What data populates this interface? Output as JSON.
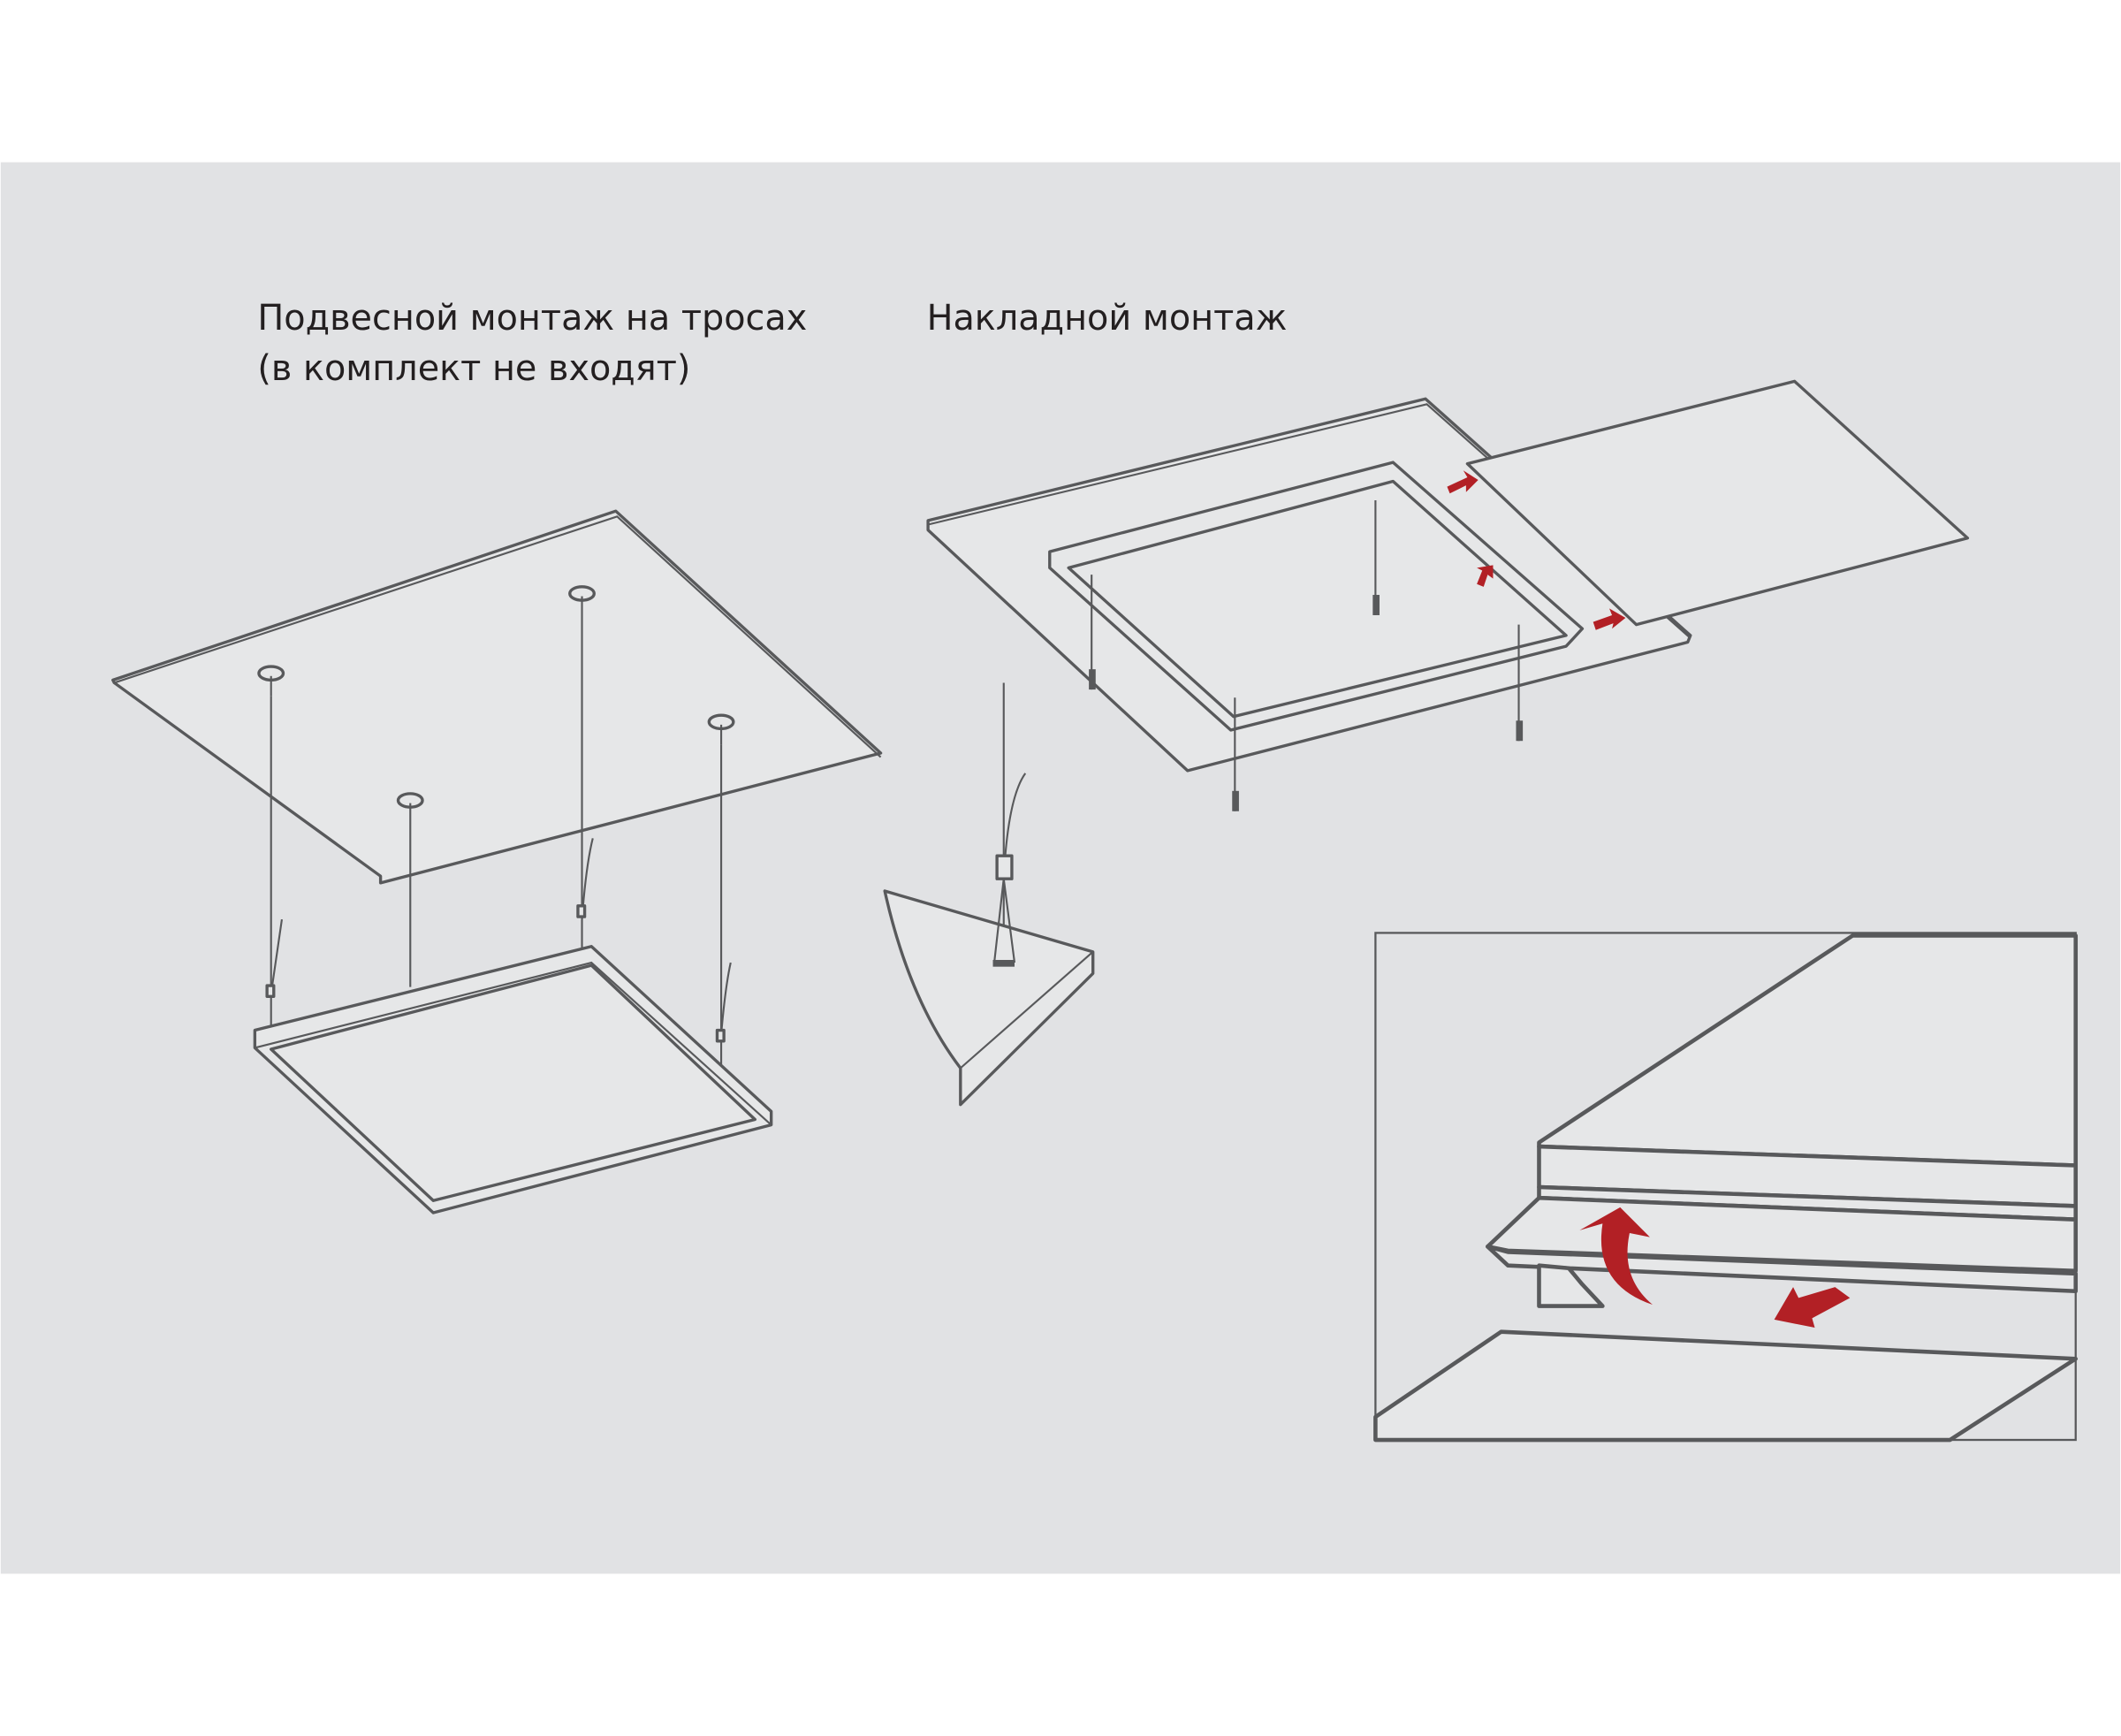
{
  "titles": {
    "suspended_line1": "Подвесной монтаж на тросах",
    "suspended_line2": "(в комплект не входят)",
    "surface": "Накладной монтаж"
  },
  "colors": {
    "background": "#e1e2e4",
    "line": "#58595b",
    "arrow": "#b22025"
  }
}
